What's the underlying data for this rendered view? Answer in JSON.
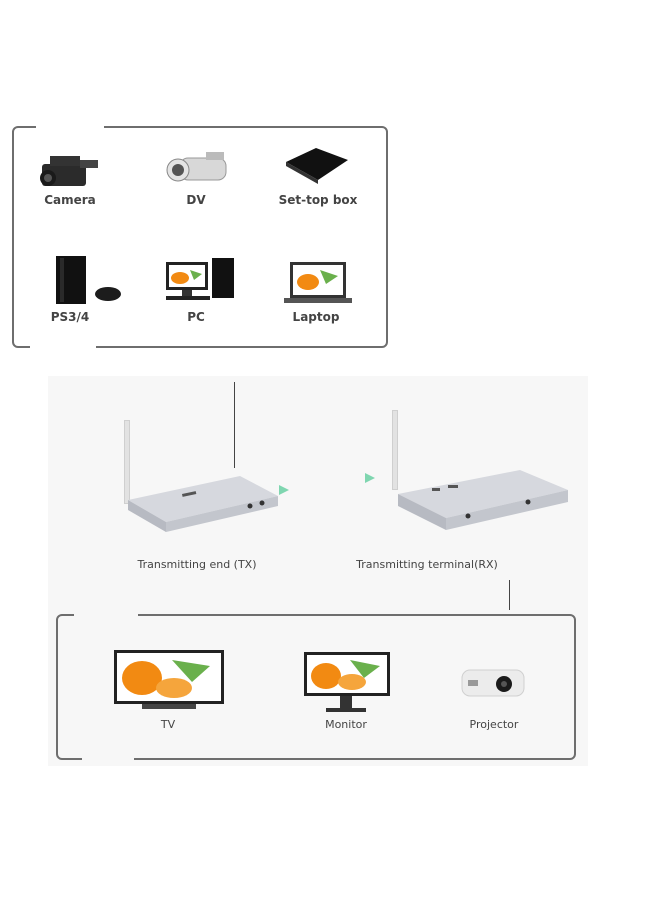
{
  "sources": {
    "items": [
      {
        "label": "Camera",
        "icon": "video-camera-icon"
      },
      {
        "label": "DV",
        "icon": "camcorder-icon"
      },
      {
        "label": "Set-top box",
        "icon": "set-top-box-icon"
      },
      {
        "label": "PS3/4",
        "icon": "game-console-icon"
      },
      {
        "label": "PC",
        "icon": "desktop-pc-icon"
      },
      {
        "label": "Laptop",
        "icon": "laptop-icon"
      }
    ]
  },
  "devices": {
    "tx_label": "Transmitting end (TX)",
    "rx_label": "Transmitting terminal(RX)"
  },
  "outputs": {
    "items": [
      {
        "label": "TV",
        "icon": "tv-icon"
      },
      {
        "label": "Monitor",
        "icon": "monitor-icon"
      },
      {
        "label": "Projector",
        "icon": "projector-icon"
      }
    ]
  },
  "colors": {
    "border": "#6e6e6e",
    "device_silver": "#c9ccd3",
    "signal_green": "#7fd6b0",
    "orange": "#f28a12"
  }
}
